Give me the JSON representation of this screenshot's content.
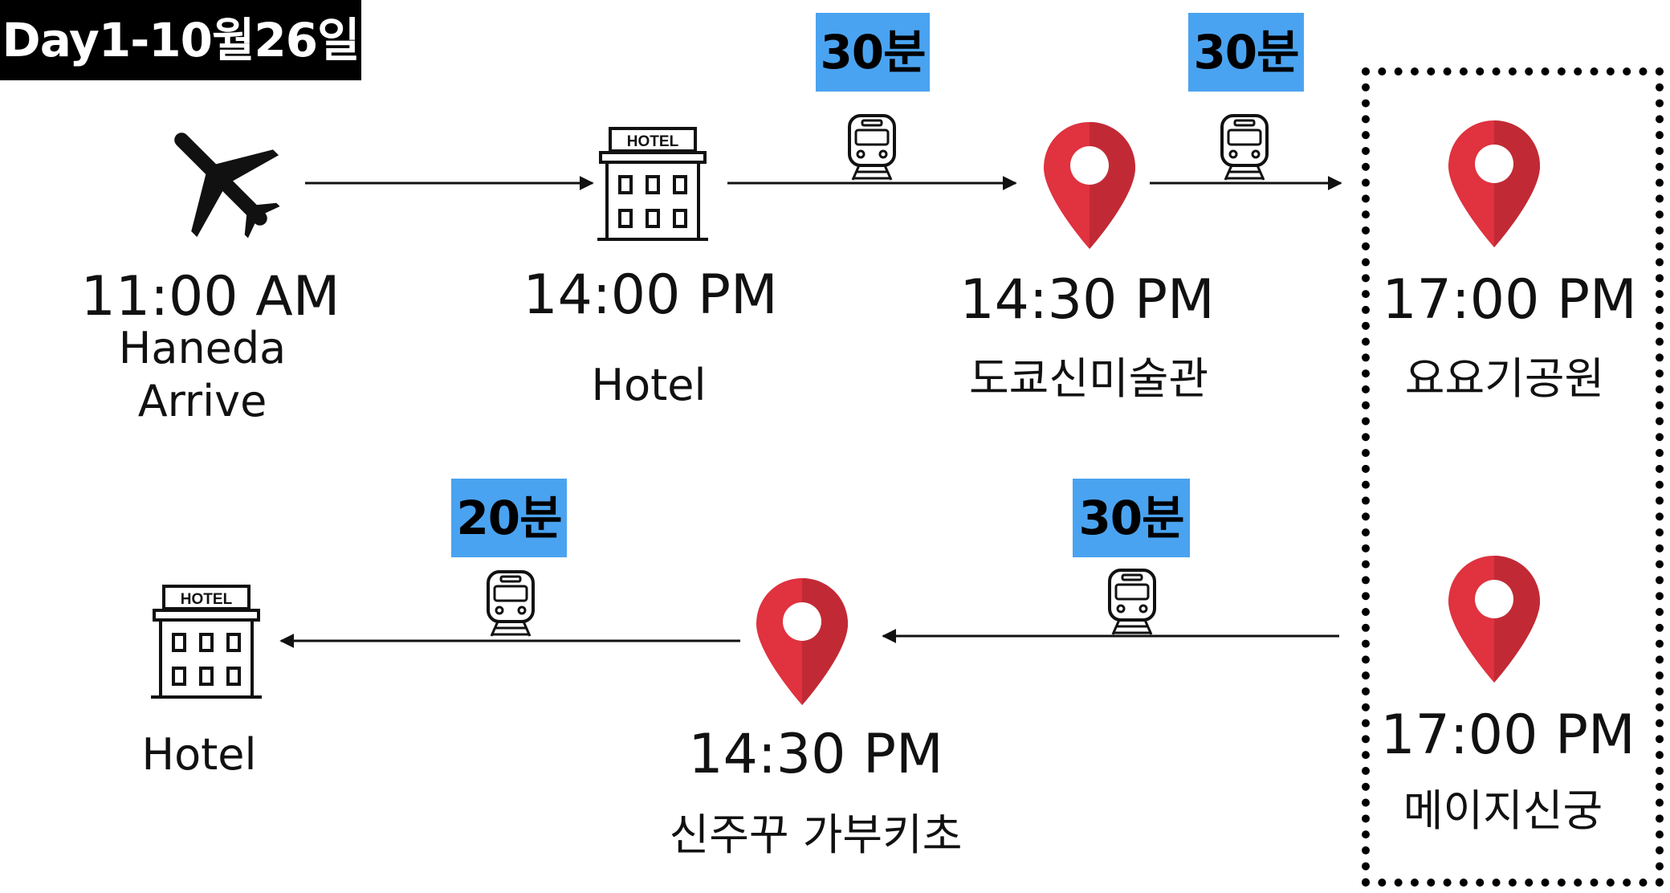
{
  "header": {
    "day_label": "Day1-10월26일"
  },
  "colors": {
    "duration_badge": "#4aa3f0",
    "pin": "#e0323f",
    "pin_dark": "#c12a35",
    "ink": "#111111"
  },
  "stops": {
    "arrival": {
      "time": "11:00 AM",
      "place_line1": "Haneda",
      "place_line2": "Arrive",
      "icon": "airplane-icon"
    },
    "hotel_checkin": {
      "time": "14:00 PM",
      "place": "Hotel",
      "icon": "hotel-icon",
      "sign": "HOTEL"
    },
    "museum": {
      "time": "14:30 PM",
      "place": "도쿄신미술관",
      "icon": "map-pin-icon"
    },
    "yoyogi": {
      "time": "17:00 PM",
      "place": "요요기공원",
      "icon": "map-pin-icon"
    },
    "meiji": {
      "time": "17:00 PM",
      "place": "메이지신궁",
      "icon": "map-pin-icon"
    },
    "shinjuku": {
      "time": "14:30 PM",
      "place": "신주꾸 가부키초",
      "icon": "map-pin-icon"
    },
    "hotel_return": {
      "place": "Hotel",
      "icon": "hotel-icon",
      "sign": "HOTEL"
    }
  },
  "transfers": {
    "hotel_to_museum": {
      "duration": "30분",
      "icon": "train-icon"
    },
    "museum_to_yoyogi": {
      "duration": "30분",
      "icon": "train-icon"
    },
    "meiji_to_shinjuku": {
      "duration": "30분",
      "icon": "train-icon"
    },
    "shinjuku_to_hotel": {
      "duration": "20분",
      "icon": "train-icon"
    }
  }
}
